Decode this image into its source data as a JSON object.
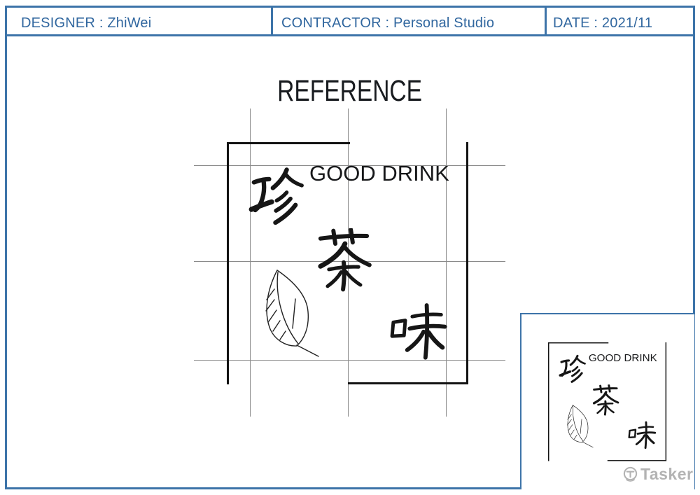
{
  "header": {
    "designer": "DESIGNER : ZhiWei",
    "contractor": "CONTRACTOR : Personal Studio",
    "date": "DATE : 2021/11"
  },
  "main": {
    "title": "REFERENCE"
  },
  "logo": {
    "tagline": "GOOD DRINK",
    "brand": "珍茶味",
    "characters": [
      {
        "char": "珍"
      },
      {
        "char": "茶"
      },
      {
        "char": "味"
      }
    ]
  },
  "watermark": {
    "label": "Tasker"
  },
  "colors": {
    "accent_blue": "#3d74a9",
    "header_text_blue": "#31679f",
    "ink_black": "#131313",
    "grid_gray": "#8a8a8a",
    "watermark_gray": "#b3b3b3"
  }
}
